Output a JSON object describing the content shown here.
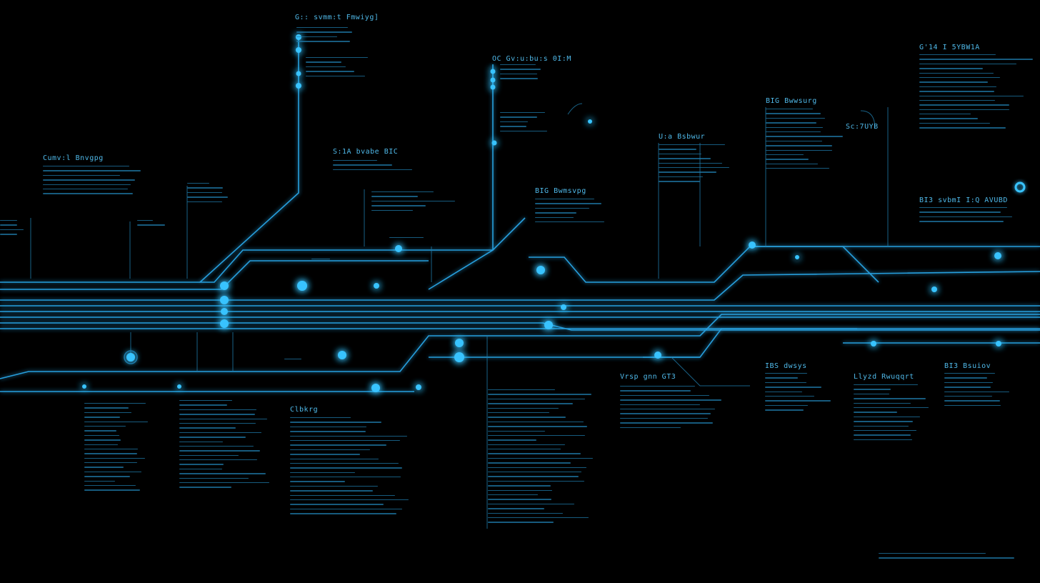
{
  "theme": {
    "background": "#000000",
    "accent": "#2fb6ff",
    "line": "#2aa8ea",
    "dim": "#1f7aa8"
  },
  "labels": [
    {
      "id": "lbl-top",
      "text": "G:: svmm:t Fmwiyg]"
    },
    {
      "id": "lbl-left",
      "text": "Cumv:l Bnvgpg"
    },
    {
      "id": "lbl-mid-a",
      "text": "S:1A bvabe BIC"
    },
    {
      "id": "lbl-mid-b",
      "text": "OC Gv:u:bu:s 0I:M"
    },
    {
      "id": "lbl-c",
      "text": "BIG Bwwsurg"
    },
    {
      "id": "lbl-d",
      "text": "U:a Bsbwur"
    },
    {
      "id": "lbl-e",
      "text": "BIG Bwmsvpg"
    },
    {
      "id": "lbl-r",
      "text": "G'14 I 5YBW1A"
    },
    {
      "id": "lbl-r2",
      "text": "BI3 svbmI I:Q AVUBD"
    },
    {
      "id": "lbl-dept",
      "text": "Vrsp gnn GT3"
    },
    {
      "id": "lbl-b1",
      "text": "Clbkrg"
    },
    {
      "id": "lbl-b2",
      "text": "IBS dwsys"
    },
    {
      "id": "lbl-b3",
      "text": "Llyzd Rwuqqrt"
    },
    {
      "id": "lbl-b4",
      "text": "BI3 Bsuiov"
    },
    {
      "id": "lbl-f",
      "text": "Sc:7UYB"
    }
  ]
}
